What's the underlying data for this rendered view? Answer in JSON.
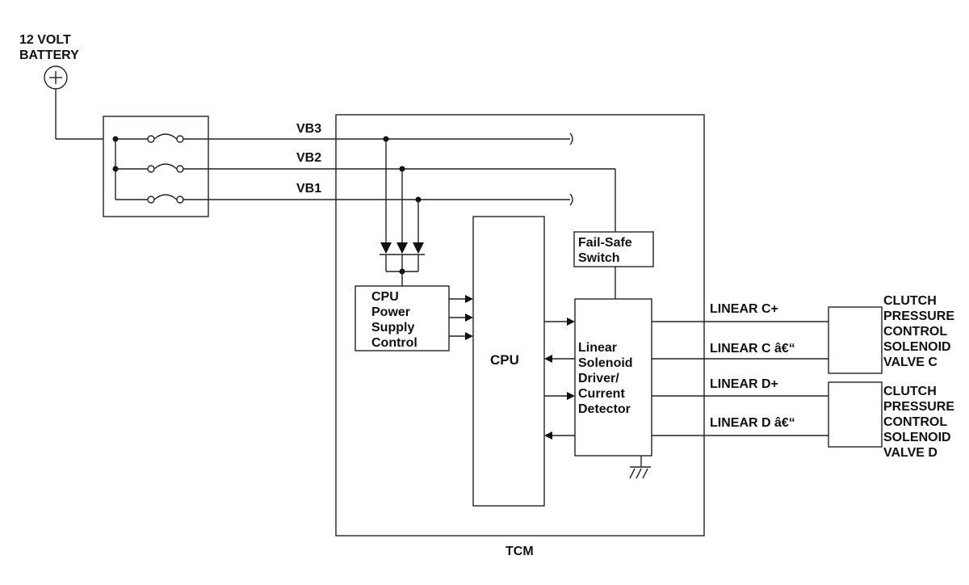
{
  "labels": {
    "battery": [
      "12 VOLT",
      "BATTERY"
    ],
    "vb3": "VB3",
    "vb2": "VB2",
    "vb1": "VB1",
    "failsafe": [
      "Fail-Safe",
      "Switch"
    ],
    "cpu_power": [
      "CPU",
      "Power",
      "Supply",
      "Control"
    ],
    "cpu": "CPU",
    "linear_driver": [
      "Linear",
      "Solenoid",
      "Driver/",
      "Current",
      "Detector"
    ],
    "linear_c_plus": "LINEAR C+",
    "linear_c_minus": "LINEAR C â€“",
    "linear_d_plus": "LINEAR D+",
    "linear_d_minus": "LINEAR D â€“",
    "valve_c": [
      "CLUTCH",
      "PRESSURE",
      "CONTROL",
      "SOLENOID",
      "VALVE C"
    ],
    "valve_d": [
      "CLUTCH",
      "PRESSURE",
      "CONTROL",
      "SOLENOID",
      "VALVE D"
    ],
    "tcm": "TCM"
  }
}
